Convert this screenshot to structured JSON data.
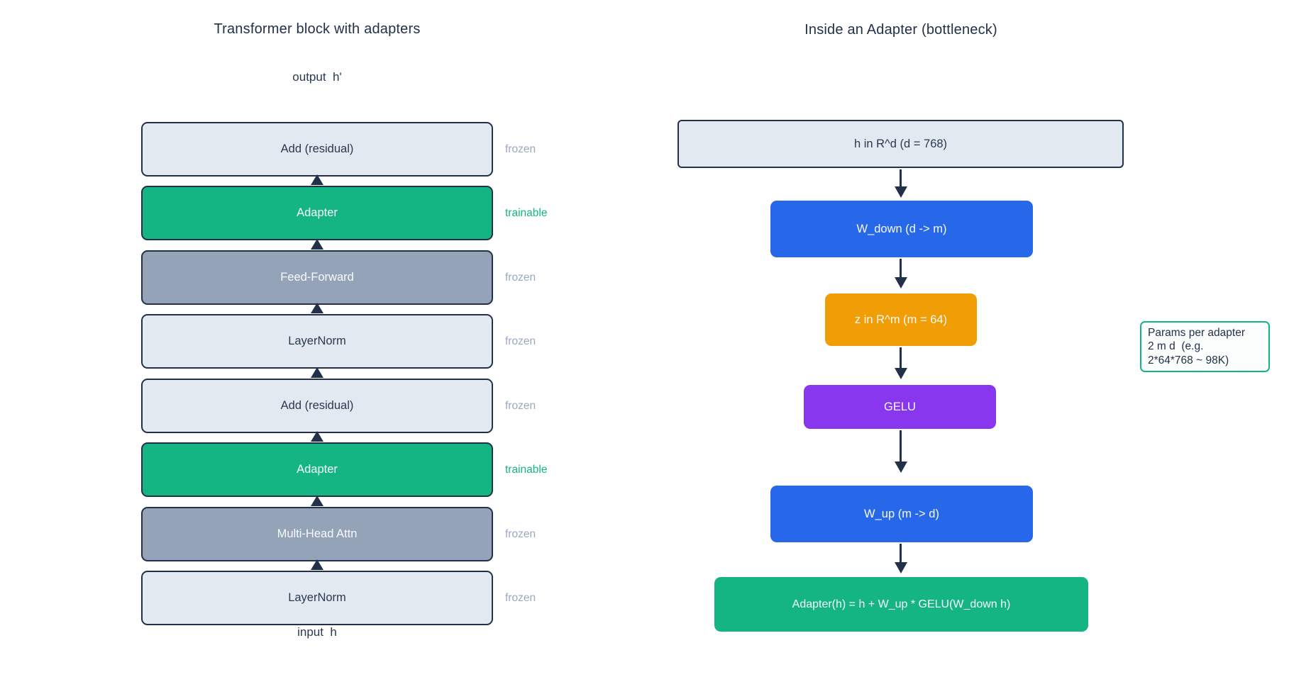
{
  "colors": {
    "dark": "#22304a",
    "light_fill": "#e3e9f1",
    "gray_fill": "#94a3b8",
    "green": "#14b583",
    "blue": "#2767ea",
    "orange": "#f09d06",
    "purple": "#8936ef",
    "frozen_label": "#9aa9c0",
    "note_border": "#14b583"
  },
  "left_panel": {
    "title": "Transformer block with adapters",
    "output_label": "output  h'",
    "input_label": "input  h",
    "stack": [
      {
        "label": "Add (residual)",
        "state": "frozen",
        "fill": "light"
      },
      {
        "label": "Adapter",
        "state": "trainable",
        "fill": "green"
      },
      {
        "label": "Feed-Forward",
        "state": "frozen",
        "fill": "gray"
      },
      {
        "label": "LayerNorm",
        "state": "frozen",
        "fill": "light"
      },
      {
        "label": "Add (residual)",
        "state": "frozen",
        "fill": "light"
      },
      {
        "label": "Adapter",
        "state": "trainable",
        "fill": "green"
      },
      {
        "label": "Multi-Head Attn",
        "state": "frozen",
        "fill": "gray"
      },
      {
        "label": "LayerNorm",
        "state": "frozen",
        "fill": "light"
      }
    ]
  },
  "right_panel": {
    "title": "Inside an Adapter (bottleneck)",
    "flow": [
      {
        "label": "h in R^d  (d = 768)",
        "fill": "light"
      },
      {
        "label": "W_down  (d -> m)",
        "fill": "blue"
      },
      {
        "label": "z in R^m  (m = 64)",
        "fill": "orange"
      },
      {
        "label": "GELU",
        "fill": "purple"
      },
      {
        "label": "W_up  (m -> d)",
        "fill": "blue"
      },
      {
        "label": "Adapter(h) = h + W_up * GELU(W_down h)",
        "fill": "green"
      }
    ],
    "note": {
      "lines": [
        "Params per adapter",
        "2 m d  (e.g.",
        "2*64*768 ~ 98K)"
      ]
    }
  }
}
